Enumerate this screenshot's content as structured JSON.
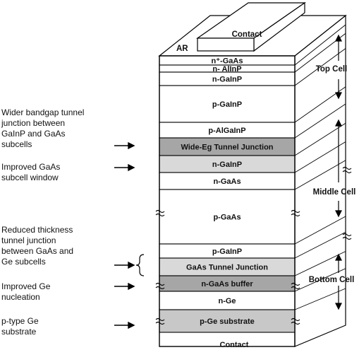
{
  "layers": [
    {
      "label": "n⁺-GaAs",
      "fill": "#ffffff"
    },
    {
      "label": "n- AlInP",
      "fill": "#ffffff"
    },
    {
      "label": "n-GaInP",
      "fill": "#ffffff"
    },
    {
      "label": "p-GaInP",
      "fill": "#ffffff"
    },
    {
      "label": "p-AlGaInP",
      "fill": "#ffffff"
    },
    {
      "label": "Wide-Eg Tunnel Junction",
      "fill": "#a6a6a6"
    },
    {
      "label": "n-GaInP",
      "fill": "#d9d9d9"
    },
    {
      "label": "n-GaAs",
      "fill": "#ffffff"
    },
    {
      "label": "p-GaAs",
      "fill": "#ffffff"
    },
    {
      "label": "p-GaInP",
      "fill": "#ffffff"
    },
    {
      "label": "GaAs Tunnel Junction",
      "fill": "#d9d9d9"
    },
    {
      "label": "n-GaAs buffer",
      "fill": "#a6a6a6"
    },
    {
      "label": "n-Ge",
      "fill": "#ffffff"
    },
    {
      "label": "p-Ge substrate",
      "fill": "#c8c8c8"
    }
  ],
  "top_labels": {
    "contact_top": "Contact",
    "ar": "AR",
    "contact_bottom": "Contact"
  },
  "cells": {
    "top": "Top Cell",
    "middle": "Middle Cell",
    "bottom": "Bottom Cell"
  },
  "annotations": {
    "tunnel_wide": [
      "Wider bandgap tunnel",
      "junction between",
      "GaInP and GaAs",
      "subcells"
    ],
    "window": [
      "Improved GaAs",
      "subcell window"
    ],
    "tunnel_thin": [
      "Reduced thickness",
      "tunnel junction",
      "between GaAs and",
      "Ge subcells"
    ],
    "nucleation": [
      "Improved Ge",
      "nucleation"
    ],
    "substrate": [
      "p-type Ge",
      "substrate"
    ]
  },
  "colors": {
    "line": "#000000",
    "light_fill": "#d9d9d9",
    "mid_fill": "#a6a6a6",
    "substrate_fill": "#c8c8c8"
  }
}
